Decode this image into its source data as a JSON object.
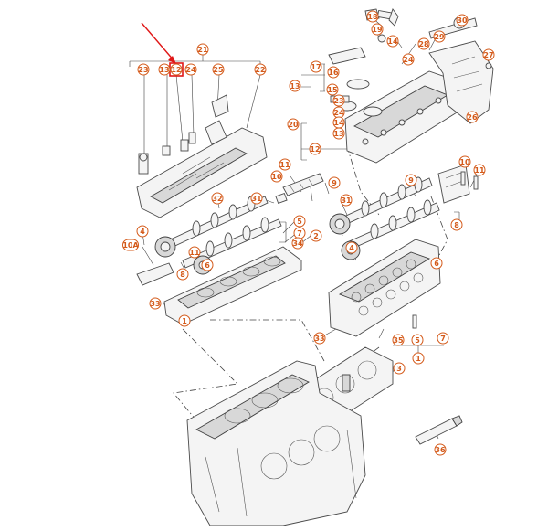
{
  "colors": {
    "callout": "#d45a1a",
    "arrow": "#e01818",
    "highlight": "#e01818"
  },
  "callouts": [
    {
      "id": "c23a",
      "label": "23"
    },
    {
      "id": "c13a",
      "label": "13"
    },
    {
      "id": "c12a",
      "label": "12"
    },
    {
      "id": "c24a",
      "label": "24"
    },
    {
      "id": "c25a",
      "label": "25"
    },
    {
      "id": "c22a",
      "label": "22"
    },
    {
      "id": "c21a",
      "label": "21"
    },
    {
      "id": "c18",
      "label": "18"
    },
    {
      "id": "c19",
      "label": "19"
    },
    {
      "id": "c14",
      "label": "14"
    },
    {
      "id": "c28",
      "label": "28"
    },
    {
      "id": "c29",
      "label": "29"
    },
    {
      "id": "c30",
      "label": "30"
    },
    {
      "id": "c27",
      "label": "27"
    },
    {
      "id": "c17",
      "label": "17"
    },
    {
      "id": "c16",
      "label": "16"
    },
    {
      "id": "c15",
      "label": "15"
    },
    {
      "id": "c24b",
      "label": "24"
    },
    {
      "id": "c13b",
      "label": "13"
    },
    {
      "id": "c23b",
      "label": "23"
    },
    {
      "id": "c24c",
      "label": "24"
    },
    {
      "id": "c14b",
      "label": "14"
    },
    {
      "id": "c13c",
      "label": "13"
    },
    {
      "id": "c20",
      "label": "20"
    },
    {
      "id": "c12b",
      "label": "12"
    },
    {
      "id": "c26",
      "label": "26"
    },
    {
      "id": "c10a",
      "label": "10"
    },
    {
      "id": "c11a",
      "label": "11"
    },
    {
      "id": "c9a",
      "label": "9"
    },
    {
      "id": "c32a",
      "label": "32"
    },
    {
      "id": "c31a",
      "label": "31"
    },
    {
      "id": "c5a",
      "label": "5"
    },
    {
      "id": "c7a",
      "label": "7"
    },
    {
      "id": "c34",
      "label": "34"
    },
    {
      "id": "c2",
      "label": "2"
    },
    {
      "id": "c4a",
      "label": "4"
    },
    {
      "id": "c11b",
      "label": "11"
    },
    {
      "id": "c10A",
      "label": "10A"
    },
    {
      "id": "c6a",
      "label": "6"
    },
    {
      "id": "c8a",
      "label": "8"
    },
    {
      "id": "c33a",
      "label": "33"
    },
    {
      "id": "c1a",
      "label": "1"
    },
    {
      "id": "c31b",
      "label": "31"
    },
    {
      "id": "c10b",
      "label": "10"
    },
    {
      "id": "c11c",
      "label": "11"
    },
    {
      "id": "c9b",
      "label": "9"
    },
    {
      "id": "c8b",
      "label": "8"
    },
    {
      "id": "c6b",
      "label": "6"
    },
    {
      "id": "c4b",
      "label": "4"
    },
    {
      "id": "c33b",
      "label": "33"
    },
    {
      "id": "c35",
      "label": "35"
    },
    {
      "id": "c5b",
      "label": "5"
    },
    {
      "id": "c7b",
      "label": "7"
    },
    {
      "id": "c1b",
      "label": "1"
    },
    {
      "id": "c3",
      "label": "3"
    },
    {
      "id": "c36",
      "label": "36"
    }
  ]
}
